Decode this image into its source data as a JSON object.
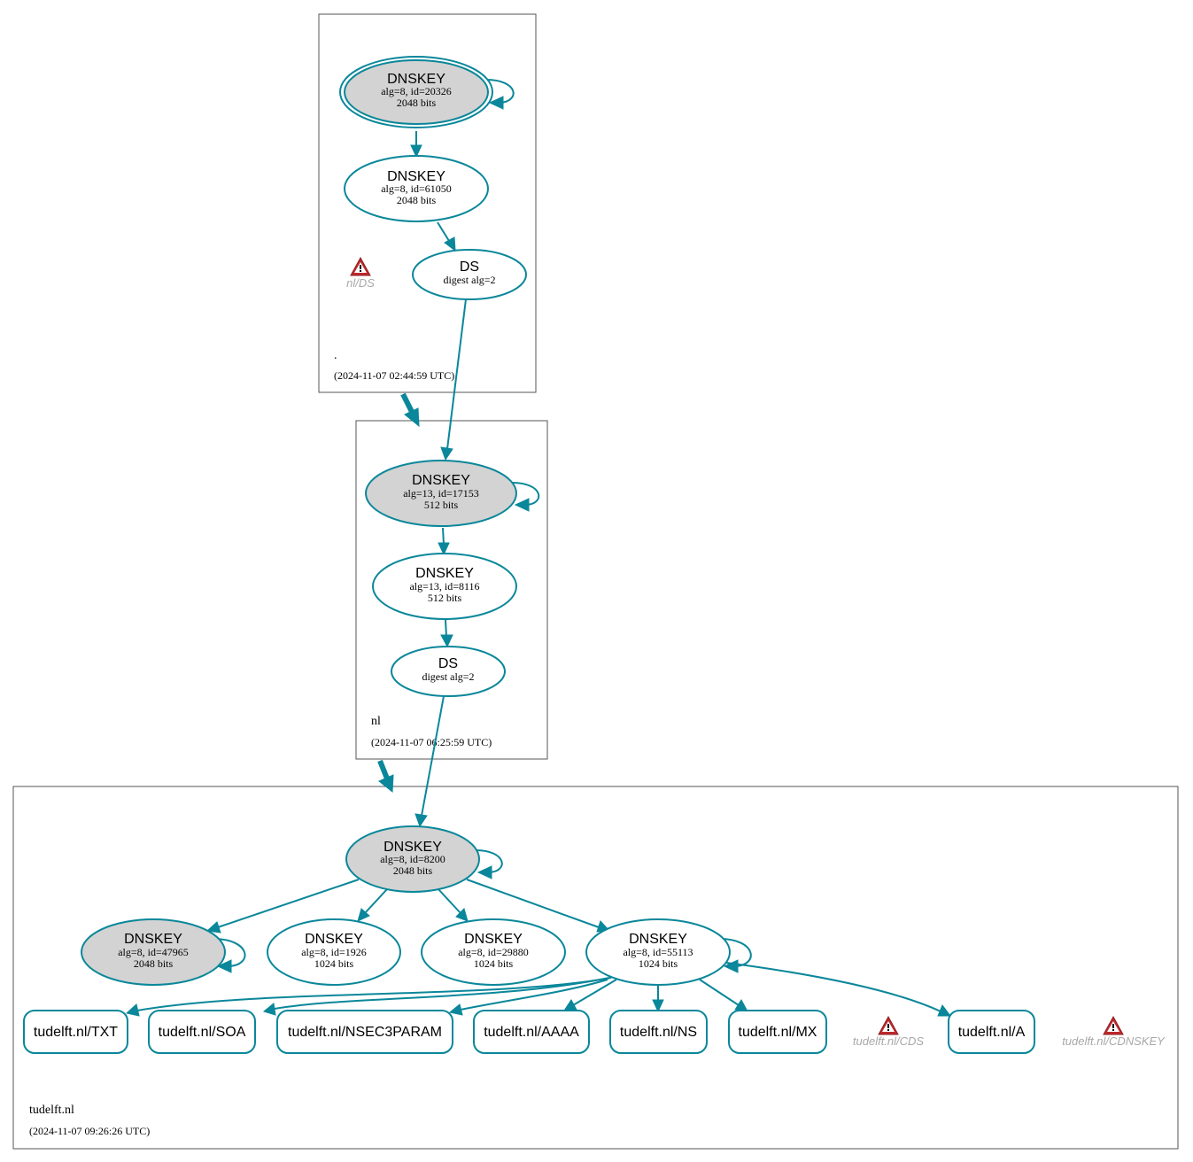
{
  "colors": {
    "edge": "#0a879a",
    "ksk_fill": "#d3d3d3",
    "zsk_fill": "#ffffff",
    "warning_outer": "#c0292c",
    "warning_inner": "#ffffff",
    "warn_text": "#a8a8a8"
  },
  "zones": {
    "root": {
      "name": ".",
      "time": "(2024-11-07 02:44:59 UTC)"
    },
    "nl": {
      "name": "nl",
      "time": "(2024-11-07 06:25:59 UTC)"
    },
    "tudelft": {
      "name": "tudelft.nl",
      "time": "(2024-11-07 09:26:26 UTC)"
    }
  },
  "nodes": {
    "root_ksk": {
      "title": "DNSKEY",
      "line1": "alg=8, id=20326",
      "line2": "2048 bits"
    },
    "root_zsk": {
      "title": "DNSKEY",
      "line1": "alg=8, id=61050",
      "line2": "2048 bits"
    },
    "root_ds": {
      "title": "DS",
      "line1": "digest alg=2"
    },
    "nl_ksk": {
      "title": "DNSKEY",
      "line1": "alg=13, id=17153",
      "line2": "512 bits"
    },
    "nl_zsk": {
      "title": "DNSKEY",
      "line1": "alg=13, id=8116",
      "line2": "512 bits"
    },
    "nl_ds": {
      "title": "DS",
      "line1": "digest alg=2"
    },
    "td_ksk": {
      "title": "DNSKEY",
      "line1": "alg=8, id=8200",
      "line2": "2048 bits"
    },
    "td_k47965": {
      "title": "DNSKEY",
      "line1": "alg=8, id=47965",
      "line2": "2048 bits"
    },
    "td_k1926": {
      "title": "DNSKEY",
      "line1": "alg=8, id=1926",
      "line2": "1024 bits"
    },
    "td_k29880": {
      "title": "DNSKEY",
      "line1": "alg=8, id=29880",
      "line2": "1024 bits"
    },
    "td_k55113": {
      "title": "DNSKEY",
      "line1": "alg=8, id=55113",
      "line2": "1024 bits"
    }
  },
  "rrsets": {
    "txt": "tudelft.nl/TXT",
    "soa": "tudelft.nl/SOA",
    "nsec3param": "tudelft.nl/NSEC3PARAM",
    "aaaa": "tudelft.nl/AAAA",
    "ns": "tudelft.nl/NS",
    "mx": "tudelft.nl/MX",
    "a": "tudelft.nl/A"
  },
  "warnings": {
    "nl_ds": "nl/DS",
    "cds": "tudelft.nl/CDS",
    "cdnskey": "tudelft.nl/CDNSKEY"
  }
}
